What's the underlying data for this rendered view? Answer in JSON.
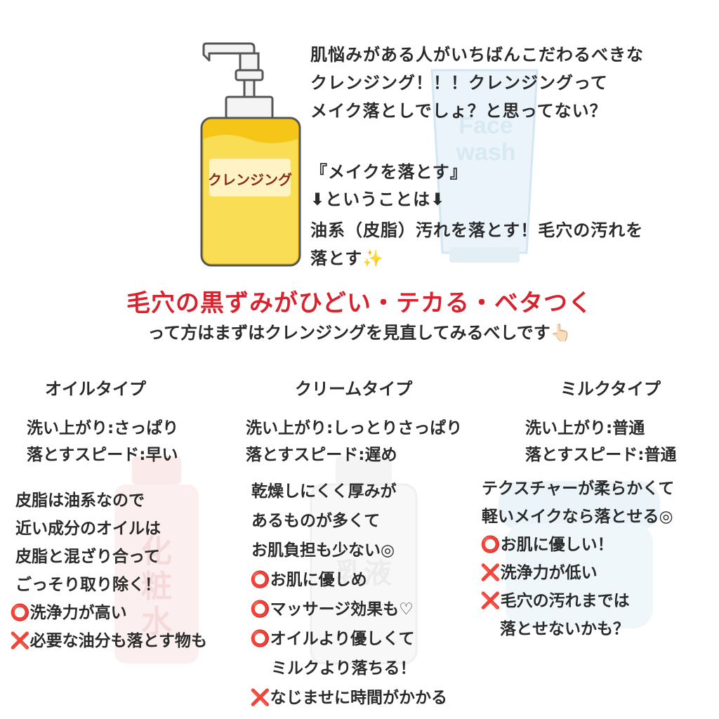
{
  "bottle_label": "クレンジング",
  "face_wash_label": [
    "Face",
    "wash"
  ],
  "intro": {
    "lines": [
      "肌悩みがある人がいちばんこだわるべきな",
      "クレンジング！！！クレンジングって",
      "メイク落としでしょ？と思ってない？",
      "『メイクを落とす』",
      "⬇ということは⬇",
      "油系（皮脂）汚れを落とす！毛穴の汚れを",
      "落とす✨"
    ]
  },
  "headline": "毛穴の黒ずみがひどい・テカる・ベタつく",
  "subline": "って方はまずはクレンジングを見直してみるべしです👆🏻",
  "columns": [
    {
      "title": "オイルタイプ",
      "finish": "洗い上がり:さっぱり",
      "speed": "落とすスピード:早い",
      "body": [
        "皮脂は油系なので",
        "近い成分のオイルは",
        "皮脂と混ざり合って",
        "ごっそり取り除く！"
      ],
      "points": [
        "⭕洗浄力が高い",
        "❌必要な油分も落とす物も"
      ]
    },
    {
      "title": "クリームタイプ",
      "finish": "洗い上がり:しっとりさっぱり",
      "speed": "落とすスピード:遅め",
      "body": [
        "乾燥しにくく厚みが",
        "あるものが多くて",
        "お肌負担も少ない◎"
      ],
      "points": [
        "⭕お肌に優しめ",
        "⭕マッサージ効果も♡",
        "⭕オイルより優しくて",
        "ミルクより落ちる！",
        "❌なじませに時間がかかる"
      ]
    },
    {
      "title": "ミルクタイプ",
      "finish": "洗い上がり:普通",
      "speed": "落とすスピード:普通",
      "body": [
        "テクスチャーが柔らかくて",
        "軽いメイクなら落とせる◎"
      ],
      "points": [
        "⭕お肌に優しい！",
        "❌洗浄力が低い",
        "❌毛穴の汚れまでは",
        "落とせないかも？"
      ]
    }
  ]
}
